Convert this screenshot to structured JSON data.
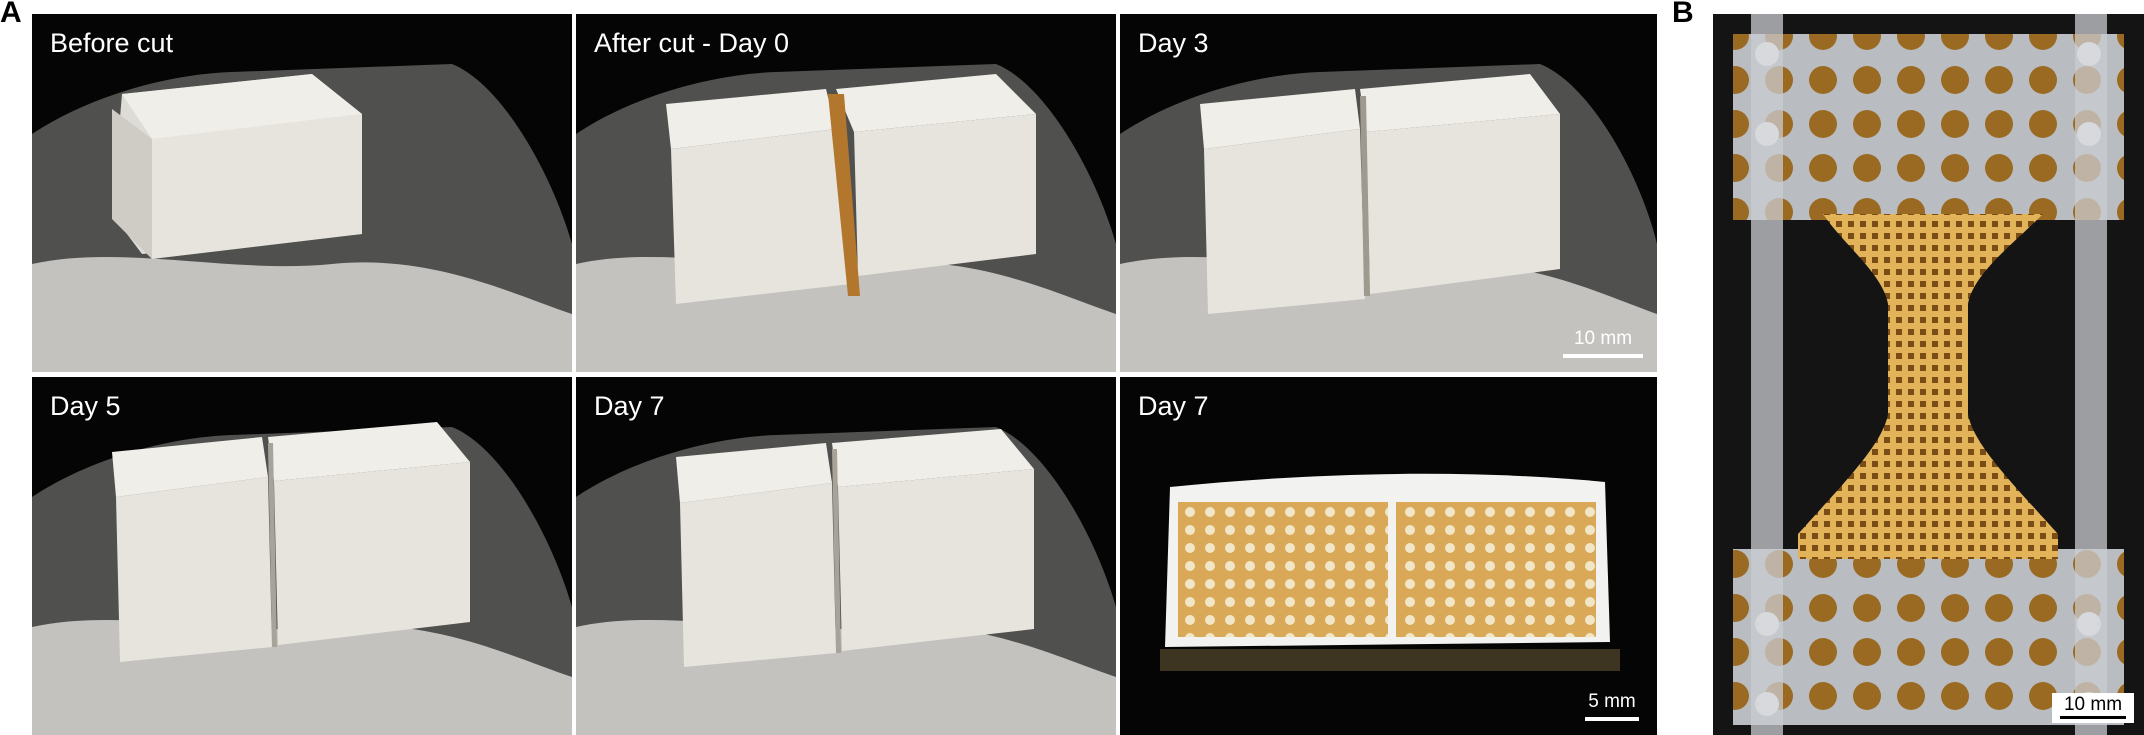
{
  "panels": {
    "a_letter": "A",
    "b_letter": "B"
  },
  "tiles": [
    {
      "label": "Before cut"
    },
    {
      "label": "After cut - Day 0"
    },
    {
      "label": "Day 3",
      "scale": "10 mm"
    },
    {
      "label": "Day 5"
    },
    {
      "label": "Day 7"
    },
    {
      "label": "Day 7",
      "scale": "5 mm"
    }
  ],
  "panel_b": {
    "scale": "10 mm"
  },
  "colors": {
    "background": "#050505",
    "scaffold_white": "#e9e6df",
    "lattice_yellow": "#e3b35a",
    "metal": "#b9bcc0"
  }
}
